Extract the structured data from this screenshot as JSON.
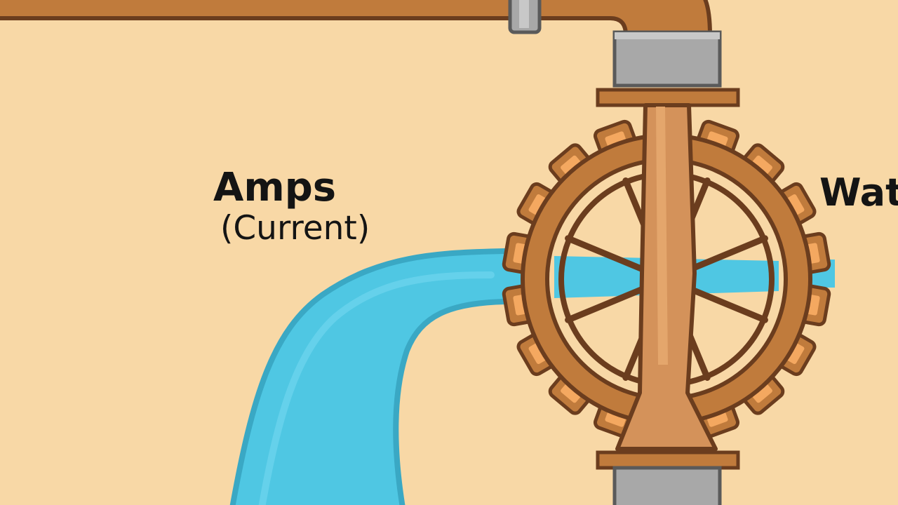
{
  "labels": {
    "amps_title": "Amps",
    "amps_subtitle": "(Current)",
    "watts_title_partial": "Wat"
  },
  "icons": [
    "water-pipe-icon",
    "water-stream-icon",
    "water-wheel-icon",
    "gear-icon"
  ],
  "colors": {
    "background": "#f8d8a6",
    "pipe_copper": "#c07b3c",
    "pipe_copper_light": "#d4925a",
    "outline": "#6b3d1e",
    "steel": "#a8a8a8",
    "steel_dark": "#6e6e6e",
    "water": "#4fc7e3",
    "water_dark": "#3aa8c4",
    "gear_tooth_inner": "#f4a860",
    "text": "#141414"
  }
}
